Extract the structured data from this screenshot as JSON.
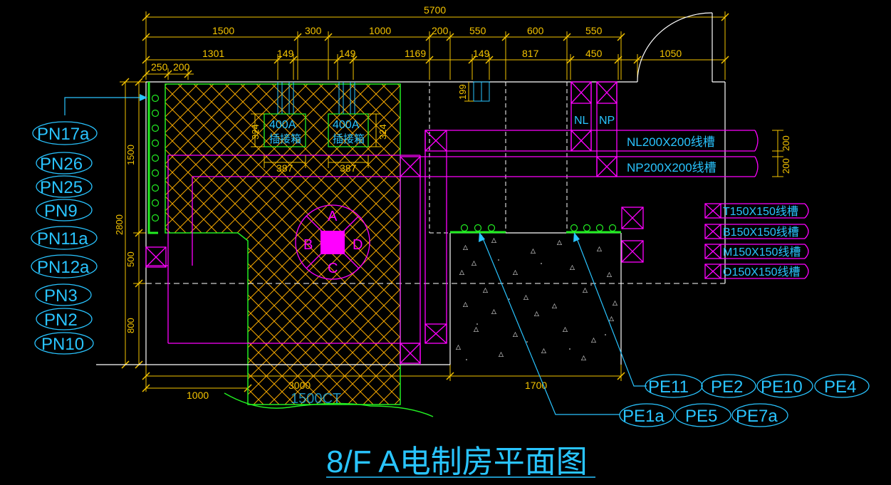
{
  "title": "8/F A电制房平面图",
  "dims_top": {
    "overall": "5700",
    "row1": [
      "1500",
      "300",
      "1000",
      "200",
      "550",
      "600",
      "550"
    ],
    "row2": [
      "1301",
      "149",
      "149",
      "1169",
      "149",
      "817",
      "450",
      "1050"
    ],
    "row3": [
      "250",
      "200"
    ]
  },
  "dims_left": {
    "overall": "2800",
    "parts": [
      "1500",
      "500",
      "800"
    ]
  },
  "dims_bottom": {
    "a": "3000",
    "b": "1000",
    "c": "1700"
  },
  "dims_small": {
    "box_h1": "324",
    "box_h2": "324",
    "box_w1": "387",
    "box_w2": "387",
    "small_199": "199",
    "tray_200a": "200",
    "tray_200b": "200"
  },
  "boxes": {
    "left_line1": "400A",
    "left_line2": "插接箱",
    "right_line1": "400A",
    "right_line2": "插接箱"
  },
  "riser": {
    "a": "A",
    "b": "B",
    "c": "C",
    "d": "D"
  },
  "ct_label": "1500CT",
  "nl_np": {
    "nl": "NL",
    "np": "NP"
  },
  "trays": [
    "NL200X200线槽",
    "NP200X200线槽"
  ],
  "small_trays": [
    "T150X150线槽",
    "B150X150线槽",
    "M150X150线槽",
    "O150X150线槽"
  ],
  "pn_tags": [
    "PN17a",
    "PN26",
    "PN25",
    "PN9",
    "PN11a",
    "PN12a",
    "PN3",
    "PN2",
    "PN10"
  ],
  "pe_tags_row1": [
    "PE11",
    "PE2",
    "PE10",
    "PE4"
  ],
  "pe_tags_row2": [
    "PE1a",
    "PE5",
    "PE7a"
  ],
  "colors": {
    "dimension": "#f5c400",
    "wall": "#ffffff",
    "busbar": "#ff00ff",
    "earth": "#22ee22",
    "label": "#29c4ff"
  }
}
